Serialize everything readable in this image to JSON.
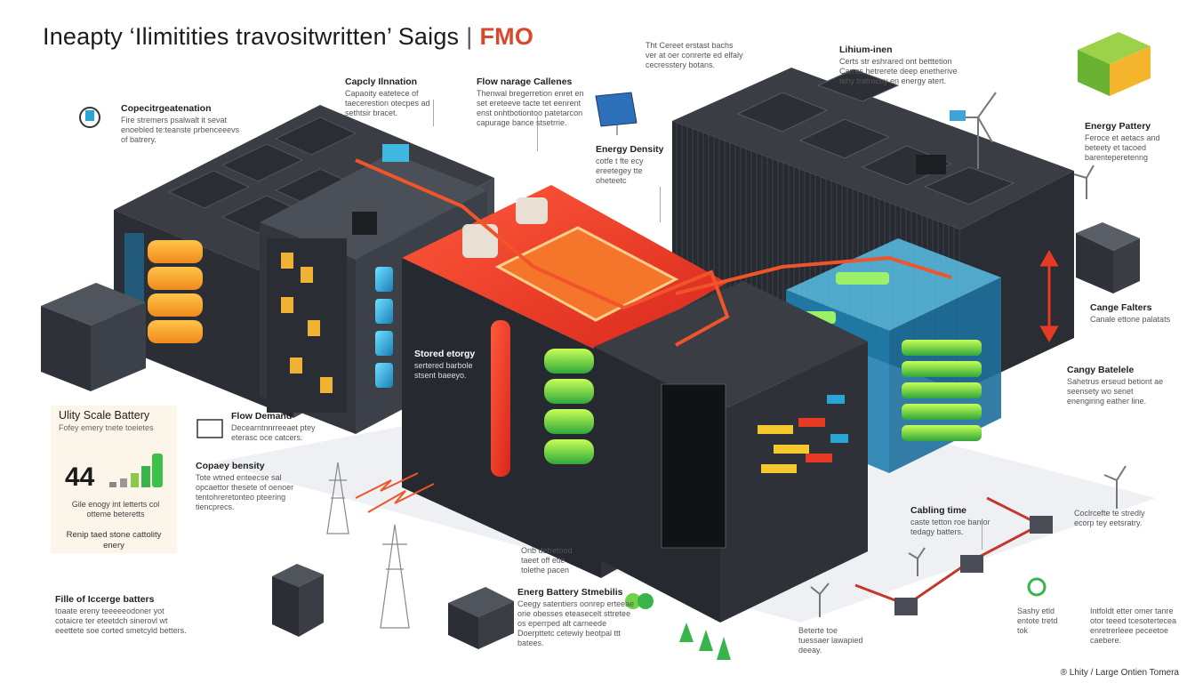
{
  "title": {
    "text": "Ineapty ‘Ilimitities travositwritten’ Saigs",
    "brand": "FMO"
  },
  "labels": {
    "capacity_generation": {
      "head": "Copecitrgeatenation",
      "body": "Fire stremers psalwalt it sevat enoebled te:teanste prbenceeevs of batrery."
    },
    "capacity_innovation": {
      "head": "Capcly Ilnnation",
      "body": "Capaoity eatetece of taecerestion otecpes ad sethtsir bracet."
    },
    "flow_management": {
      "head": "Flow narage Callenes",
      "body": "Thenwal bregerretion enret en set ereteeve tacte tet eenrent enst onhtbotiontoo patetarcon capurage bance stsetrrie."
    },
    "energy_density": {
      "head": "Energy Density",
      "body": "cotfe t fte ecy ereetegey tte oheteetc"
    },
    "top_note": {
      "body": "Tht Cereet erstast bachs ver at oer conrerte ed elfaly cecresstery botans."
    },
    "lithium_ion": {
      "head": "Lihium-inen",
      "body": "Certs str eshrared ont betttetion Carres hetrerete deep enetherive tehy tratrecoy en energy atert."
    },
    "energy_pattery": {
      "head": "Energy Pattery",
      "body": "Feroce et aetacs and beteety et tacoed barenteperetenng"
    },
    "cange_falters": {
      "head": "Cange Falters",
      "body": "Canale ettone palatats"
    },
    "cangy_batelele": {
      "head": "Cangy Batelele",
      "body": "Sahetrus erseud betiont ae seensety wo senet enengiring eather line."
    },
    "flow_demand": {
      "head": "Flow Demand",
      "body": "Decearntnnrreeaet ptey eterasc oce catcers."
    },
    "capacity_density": {
      "head": "Copaey bensity",
      "body": "Tote wtned enteecse sal opcaettor thesete of oenoer tentohreretonteo pteering tiencprecs."
    },
    "stored_energy": {
      "head": "Stored etorgy",
      "body": "sertered barbole stsent baeeyo."
    },
    "bottom_center": {
      "body": "Onb detretood taeet off etle tolethe pacen"
    },
    "energy_battery_stmb": {
      "head": "Energ Battery Stmebilis",
      "body": "Ceegy satentiers oonrep erteeae orie obesses eteasecelt sttretee os eperrped alt carneede Doerpttetc cetewiy beotpal ttt batees."
    },
    "cabling_time": {
      "head": "Cabling time",
      "body": "caste tetton roe banlor tedagy batters."
    },
    "right_note": {
      "body": "Coclrcefte te stredly ecorp tey eetsratry."
    },
    "bottom_small": {
      "body": "Beterte toe tuessaer lawapied deeay."
    },
    "recycle_note": {
      "body": "Sashy etld entote tretd tok"
    },
    "infinity_note": {
      "body": "Intfoldt etter omer tanre otor teeed tcesotertecea enretrerleee peceetoe caebere."
    },
    "file_storage": {
      "head": "Fille of Iccerge batters",
      "body": "toaate ereny teeeeeodoner yot cotaicre ter eteetdch sinerovl wt eeettete soe corted smetcyld betters."
    }
  },
  "card": {
    "title": "Ulity Scale Battery",
    "subtitle": "Fofey emery tnete toeietes",
    "big_number": "44",
    "caption": "Gile enogy int letterts col otteme beteretts",
    "footer": "Renip taed stone cattolity enery"
  },
  "footer": "® Lhity / Large Ontien Tomera",
  "colors": {
    "hot": "#e63a24",
    "orange": "#f08a1c",
    "cyan": "#2aa6d6",
    "green": "#38b54a",
    "dark": "#2f3238",
    "accent_brand": "#d8492b"
  },
  "icons": [
    "person-icon",
    "solar-panel-icon",
    "wind-turbine-icon",
    "power-tower-icon",
    "recycle-icon",
    "tree-icon",
    "grid-node-icon"
  ]
}
